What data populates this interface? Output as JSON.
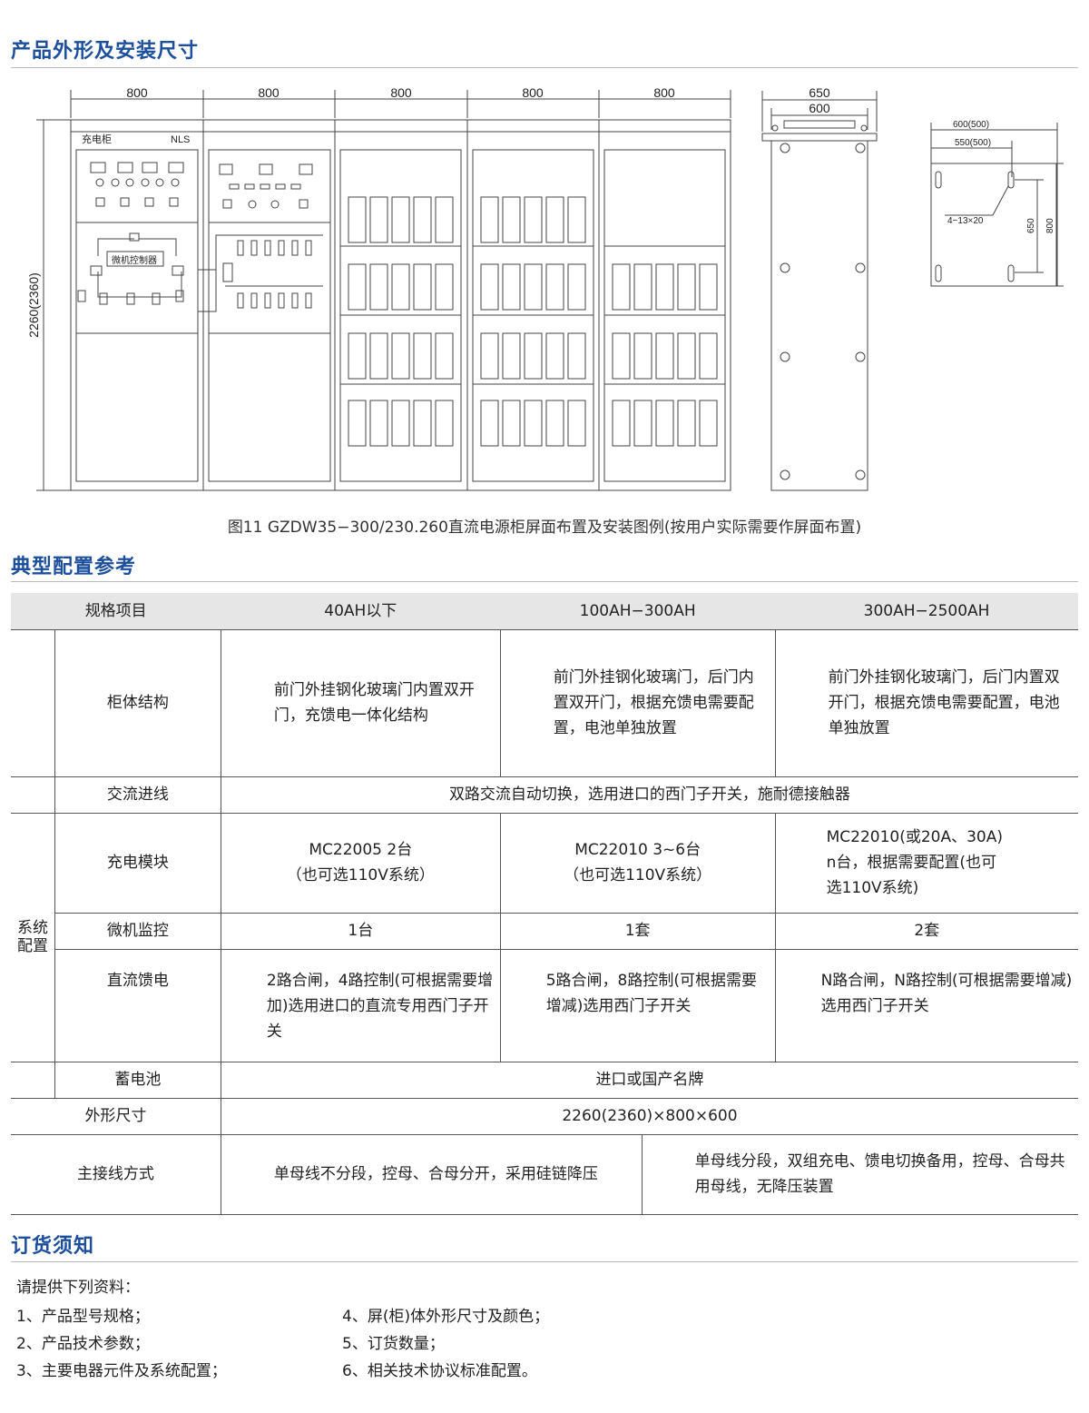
{
  "sections": {
    "dimensions_title": "产品外形及安装尺寸",
    "config_title": "典型配置参考",
    "order_title": "订货须知"
  },
  "drawing": {
    "cabinet_widths": [
      "800",
      "800",
      "800",
      "800",
      "800"
    ],
    "height_label": "2260(2360)",
    "cabinet1_label_left": "充电柜",
    "cabinet1_label_right": "NLS",
    "controller_label": "微机控制器",
    "side_width_outer": "650",
    "side_width_inner": "600",
    "base_width_outer": "600(500)",
    "base_width_inner": "550(500)",
    "base_hole_label": "4−13×20",
    "base_depth_inner": "650",
    "base_depth_outer": "800",
    "caption": "图11 GZDW35−300/230.260直流电源柜屏面布置及安装图例(按用户实际需要作屏面布置)"
  },
  "table": {
    "header": [
      "规格项目",
      "40AH以下",
      "100AH−300AH",
      "300AH−2500AH"
    ],
    "system_label": "系统配置",
    "structure": {
      "label": "柜体结构",
      "c1": "前门外挂钢化玻璃门内置双开门，充馈电一体化结构",
      "c2": "前门外挂钢化玻璃门，后门内置双开门，根据充馈电需要配置，电池单独放置",
      "c3": "前门外挂钢化玻璃门，后门内置双开门，根据充馈电需要配置，电池单独放置"
    },
    "ac": {
      "label": "交流进线",
      "value": "双路交流自动切换，选用进口的西门子开关，施耐德接触器"
    },
    "charge": {
      "label": "充电模块",
      "c1a": "MC22005 2台",
      "c1b": "（也可选110V系统）",
      "c2a": "MC22010 3~6台",
      "c2b": "（也可选110V系统）",
      "c3a": "MC22010(或20A、30A)",
      "c3b": "n台，根据需要配置(也可",
      "c3c": "选110V系统)"
    },
    "monitor": {
      "label": "微机监控",
      "c1": "1台",
      "c2": "1套",
      "c3": "2套"
    },
    "feed": {
      "label": "直流馈电",
      "c1": "2路合闸，4路控制(可根据需要增加)选用进口的直流专用西门子开关",
      "c2": "5路合闸，8路控制(可根据需要增减)选用西门子开关",
      "c3": "N路合闸，N路控制(可根据需要增减)选用西门子开关"
    },
    "battery": {
      "label": "蓄电池",
      "value": "进口或国产名牌"
    },
    "size": {
      "label": "外形尺寸",
      "value": "2260(2360)×800×600"
    },
    "bus": {
      "label": "主接线方式",
      "c1": "单母线不分段，控母、合母分开，采用硅链降压",
      "c2": "单母线分段，双组充电、馈电切换备用，控母、合母共用母线，无降压装置"
    }
  },
  "order": {
    "intro": "请提供下列资料：",
    "items": [
      "1、产品型号规格；",
      "2、产品技术参数；",
      "3、主要电器元件及系统配置；",
      "4、屏(柜)体外形尺寸及颜色；",
      "5、订货数量；",
      "6、相关技术协议标准配置。"
    ]
  }
}
